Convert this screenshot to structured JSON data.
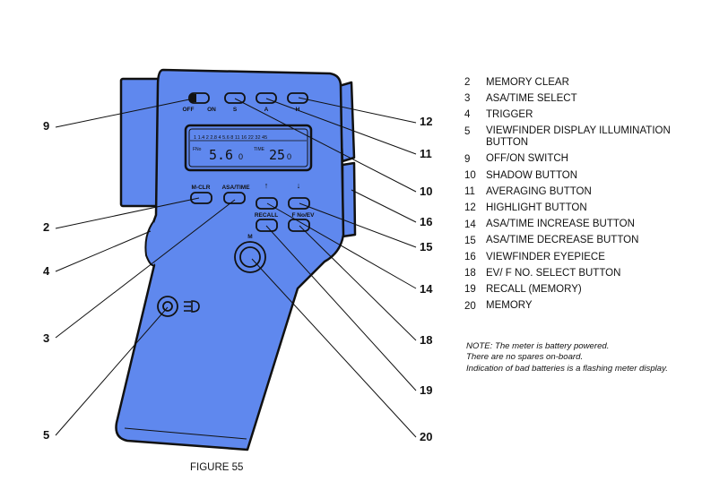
{
  "figure": {
    "caption": "FIGURE 55",
    "body_color": "#5f88ee",
    "device_labels": {
      "off": "OFF",
      "on": "ON",
      "s": "S",
      "a": "A",
      "h": "H",
      "m_clr": "M-CLR",
      "asa_time": "ASA/TIME",
      "up": "↑",
      "down": "↓",
      "recall": "RECALL",
      "f_no_ev": "F No/EV",
      "m": "M"
    },
    "display": {
      "scale": "1  1.4  2  2.8  4  5.6  8  11  16  22  32  45",
      "fno_label": "FNo",
      "fno_value": "5.6",
      "fno_sub": "0",
      "time_label": "TIME",
      "time_value": "25",
      "time_sub": "0"
    },
    "callouts": [
      "9",
      "2",
      "4",
      "3",
      "5",
      "12",
      "11",
      "10",
      "16",
      "15",
      "14",
      "18",
      "19",
      "20"
    ]
  },
  "legend": [
    {
      "num": "2",
      "text": "MEMORY CLEAR"
    },
    {
      "num": "3",
      "text": "ASA/TIME SELECT"
    },
    {
      "num": "4",
      "text": "TRIGGER"
    },
    {
      "num": "5",
      "text": "VIEWFINDER DISPLAY ILLUMINATION BUTTON"
    },
    {
      "num": "9",
      "text": "OFF/ON SWITCH"
    },
    {
      "num": "10",
      "text": "SHADOW BUTTON"
    },
    {
      "num": "11",
      "text": "AVERAGING BUTTON"
    },
    {
      "num": "12",
      "text": "HIGHLIGHT BUTTON"
    },
    {
      "num": "14",
      "text": "ASA/TIME INCREASE BUTTON"
    },
    {
      "num": "15",
      "text": "ASA/TIME DECREASE BUTTON"
    },
    {
      "num": "16",
      "text": "VIEWFINDER EYEPIECE"
    },
    {
      "num": "18",
      "text": "EV/ F NO. SELECT BUTTON"
    },
    {
      "num": "19",
      "text": "RECALL (MEMORY)"
    },
    {
      "num": "20",
      "text": "MEMORY"
    }
  ],
  "note": [
    "NOTE: The meter is battery powered.",
    "There are no spares on-board.",
    "Indication of bad batteries is a flashing meter display."
  ]
}
